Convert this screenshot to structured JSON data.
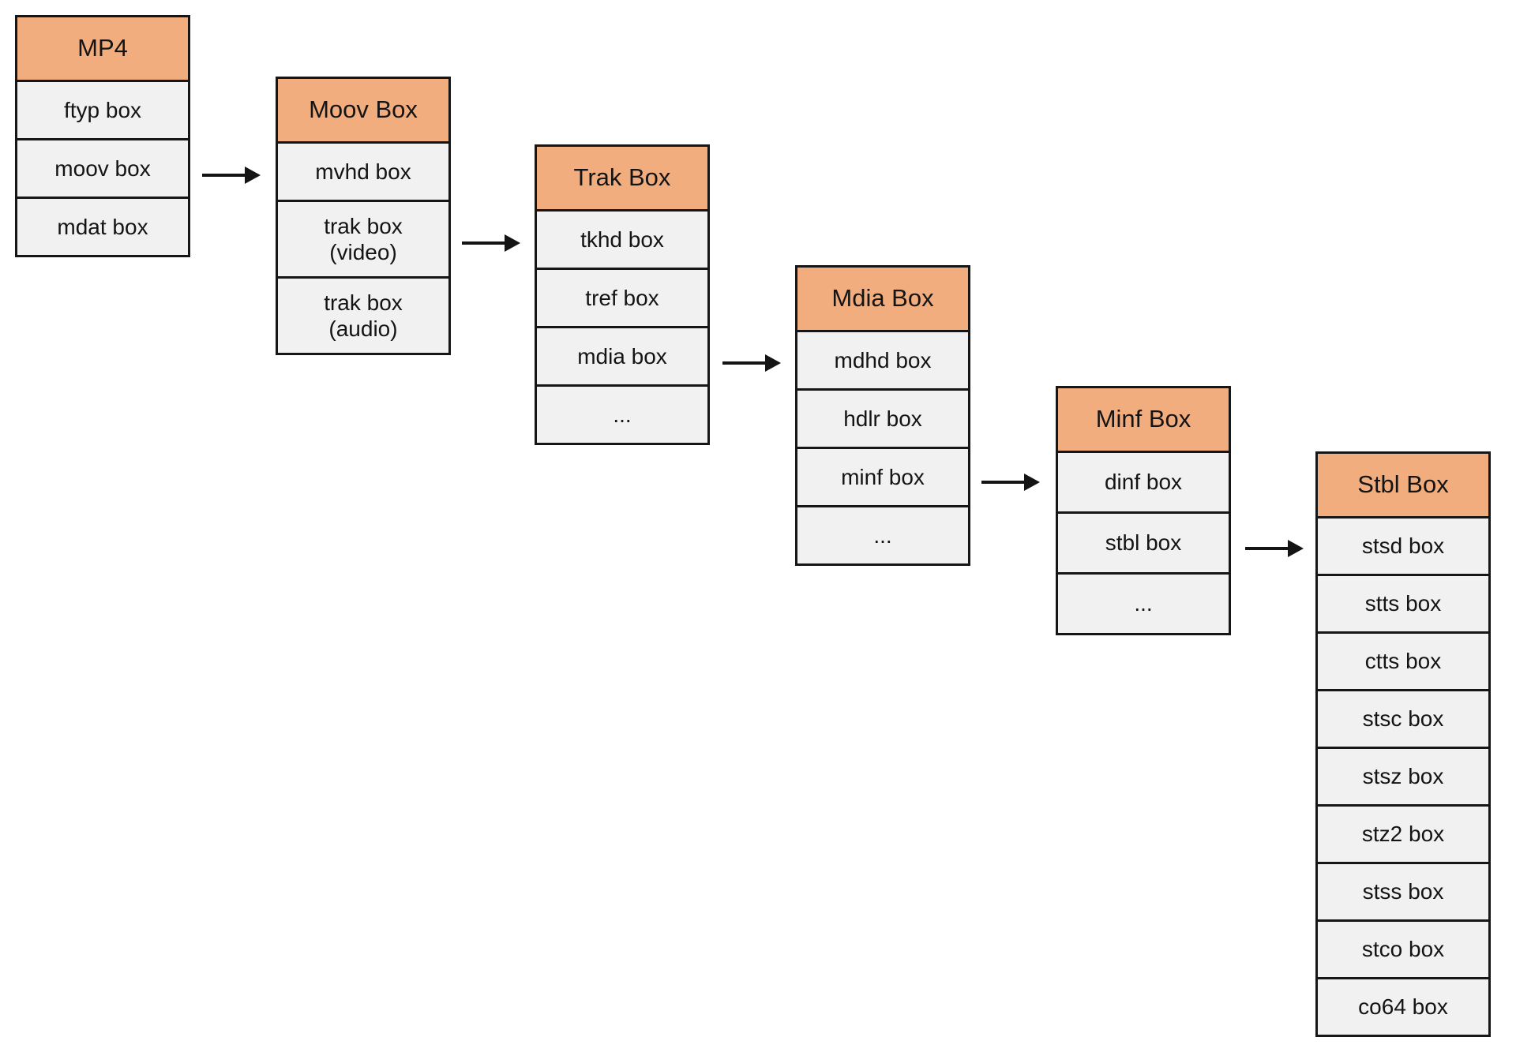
{
  "diagram_type": "mp4-box-hierarchy",
  "colors": {
    "header_bg": "#F2AD7E",
    "row_bg": "#F1F1F1",
    "border": "#161616",
    "text": "#141414",
    "canvas": "#FFFFFF"
  },
  "boxes": {
    "mp4": {
      "title": "MP4",
      "rows": [
        "ftyp box",
        "moov box",
        "mdat box"
      ]
    },
    "moov": {
      "title": "Moov Box",
      "rows": [
        "mvhd box",
        "trak box\n(video)",
        "trak box\n(audio)"
      ]
    },
    "trak": {
      "title": "Trak Box",
      "rows": [
        "tkhd box",
        "tref box",
        "mdia box",
        "..."
      ]
    },
    "mdia": {
      "title": "Mdia Box",
      "rows": [
        "mdhd box",
        "hdlr box",
        "minf box",
        "..."
      ]
    },
    "minf": {
      "title": "Minf Box",
      "rows": [
        "dinf box",
        "stbl box",
        "..."
      ]
    },
    "stbl": {
      "title": "Stbl Box",
      "rows": [
        "stsd box",
        "stts box",
        "ctts box",
        "stsc box",
        "stsz box",
        "stz2 box",
        "stss box",
        "stco box",
        "co64 box"
      ]
    }
  },
  "arrows": [
    {
      "from": "moov box",
      "to": "Moov Box"
    },
    {
      "from": "trak box (video)",
      "to": "Trak Box"
    },
    {
      "from": "mdia box",
      "to": "Mdia Box"
    },
    {
      "from": "minf box",
      "to": "Minf Box"
    },
    {
      "from": "stbl box",
      "to": "Stbl Box"
    }
  ]
}
